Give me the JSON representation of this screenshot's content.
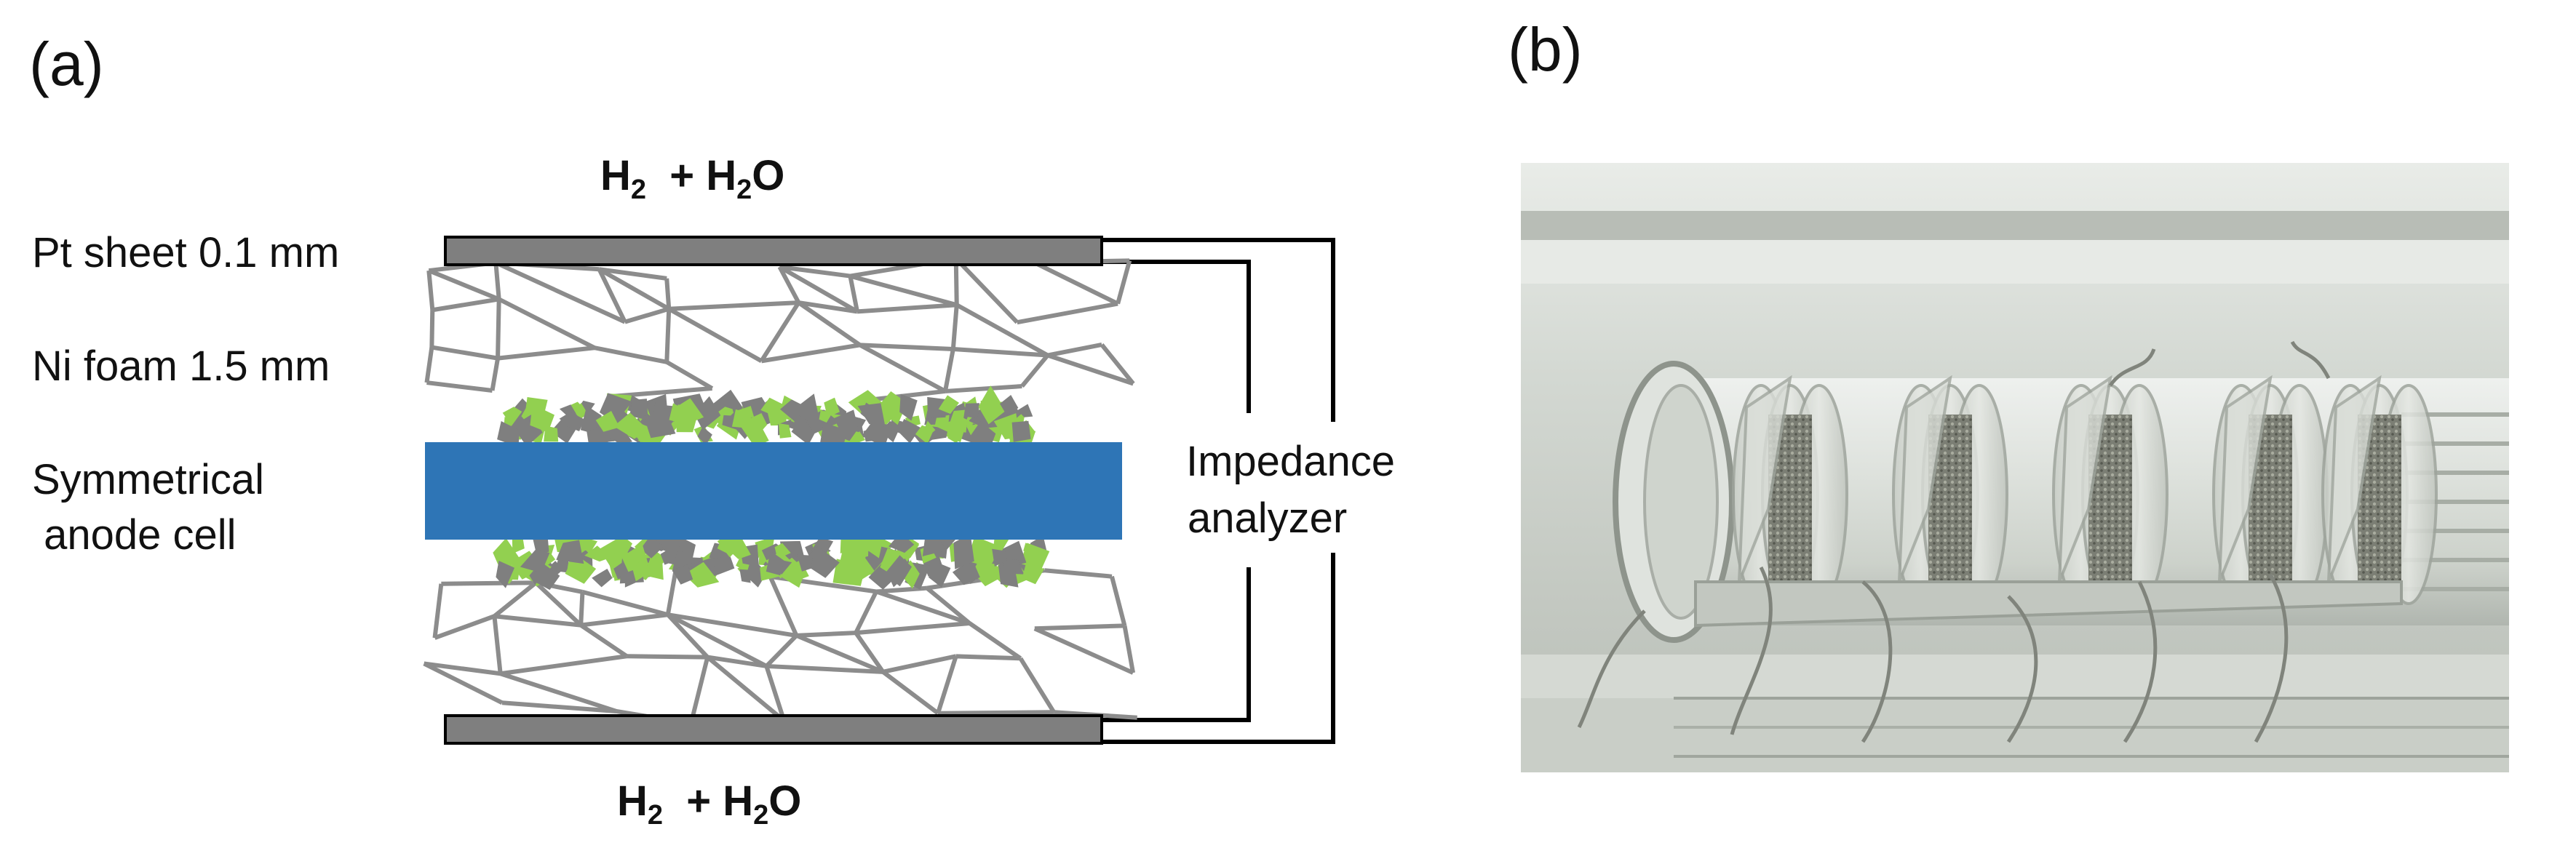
{
  "panel_a": {
    "label": "(a)",
    "gas_top": {
      "main": "H",
      "sub1": "2",
      "plus": "  + H",
      "sub2": "2",
      "end": "O"
    },
    "gas_bottom": {
      "main": "H",
      "sub1": "2",
      "plus": "  + H",
      "sub2": "2",
      "end": "O"
    },
    "labels": {
      "pt_sheet": "Pt sheet 0.1 mm",
      "ni_foam": "Ni foam 1.5 mm",
      "cell_line1": "Symmetrical",
      "cell_line2": " anode cell"
    },
    "analyzer_line1": "Impedance",
    "analyzer_line2": "analyzer"
  },
  "panel_b": {
    "label": "(b)"
  },
  "colors": {
    "pt_sheet": "#7f7f7f",
    "foam": "#8c8c8c",
    "cell": "#2e75b6",
    "particle_green": "#92d050",
    "particle_gray": "#7f7f7f",
    "wire": "#000000"
  }
}
